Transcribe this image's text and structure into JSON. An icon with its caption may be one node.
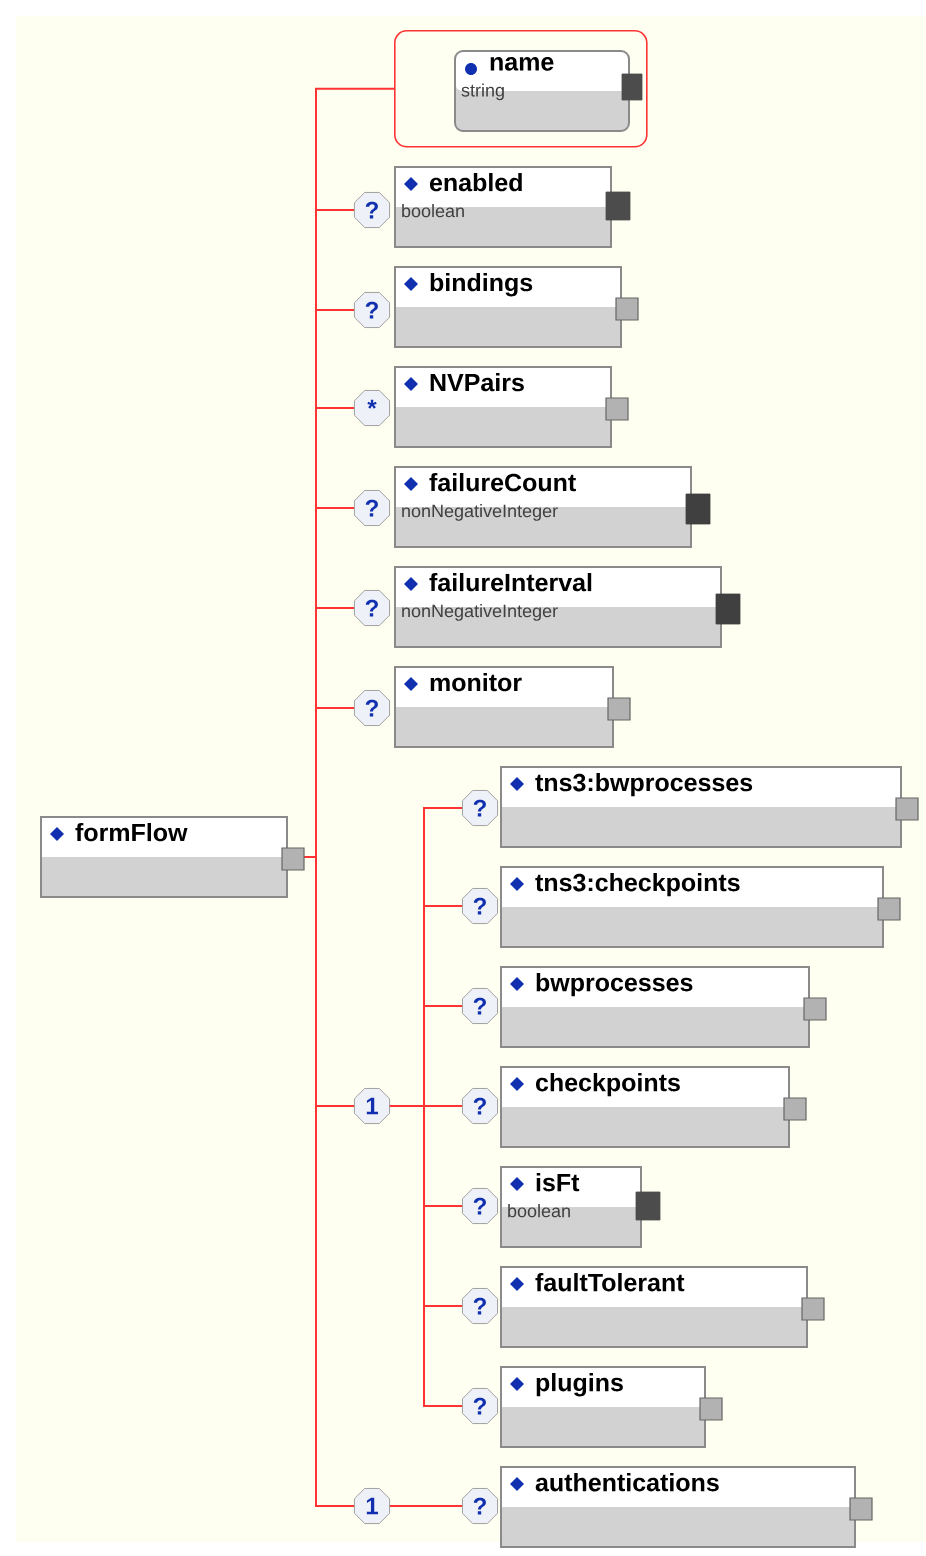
{
  "diagram": {
    "nodes": [
      {
        "text": [
          "formFlow"
        ]
      },
      {
        "text": [],
        "shape": "box"
      },
      {
        "text": [
          "name",
          "string"
        ],
        "in": 1
      },
      {
        "text": [
          "?"
        ]
      },
      {
        "text": [
          "enabled",
          "boolean"
        ]
      },
      {
        "text": [
          "?"
        ]
      },
      {
        "text": [
          "bindings"
        ]
      },
      {
        "text": [
          "*"
        ]
      },
      {
        "text": [
          "NVPairs"
        ]
      },
      {
        "text": [
          "?"
        ]
      },
      {
        "text": [
          "failureCount",
          "nonNegativeInteger"
        ]
      },
      {
        "text": [
          "?"
        ]
      },
      {
        "text": [
          "failureInterval",
          "nonNegativeInteger"
        ]
      },
      {
        "text": [
          "?"
        ]
      },
      {
        "text": [
          "monitor"
        ]
      },
      {
        "text": [
          "1"
        ]
      },
      {
        "text": [
          "?"
        ]
      },
      {
        "text": [
          "tns3:bwprocesses"
        ]
      },
      {
        "text": [
          "?"
        ]
      },
      {
        "text": [
          "tns3:checkpoints"
        ]
      },
      {
        "text": [
          "?"
        ]
      },
      {
        "text": [
          "bwprocesses"
        ]
      },
      {
        "text": [
          "?"
        ]
      },
      {
        "text": [
          "checkpoints"
        ]
      },
      {
        "text": [
          "?"
        ]
      },
      {
        "text": [
          "isFt",
          "boolean"
        ]
      },
      {
        "text": [
          "?"
        ]
      },
      {
        "text": [
          "faultTolerant"
        ]
      },
      {
        "text": [
          "?"
        ]
      },
      {
        "text": [
          "plugins"
        ]
      },
      {
        "text": [
          "1"
        ]
      },
      {
        "text": [
          "?"
        ]
      },
      {
        "text": [
          "authentications"
        ]
      }
    ],
    "edges": [
      {
        "from": 0,
        "to": 1,
        "arrow": "none"
      },
      {
        "from": 0,
        "to": 3,
        "arrow": "none"
      },
      {
        "from": 0,
        "to": 5,
        "arrow": "none"
      },
      {
        "from": 0,
        "to": 7,
        "arrow": "none"
      },
      {
        "from": 0,
        "to": 9,
        "arrow": "none"
      },
      {
        "from": 0,
        "to": 11,
        "arrow": "none"
      },
      {
        "from": 0,
        "to": 13,
        "arrow": "none"
      },
      {
        "from": 0,
        "to": 15,
        "arrow": "none"
      },
      {
        "from": 0,
        "to": 30,
        "arrow": "none"
      },
      {
        "from": 15,
        "to": 16,
        "arrow": "none"
      },
      {
        "from": 15,
        "to": 18,
        "arrow": "none"
      },
      {
        "from": 15,
        "to": 20,
        "arrow": "none"
      },
      {
        "from": 15,
        "to": 22,
        "arrow": "none"
      },
      {
        "from": 15,
        "to": 24,
        "arrow": "none"
      },
      {
        "from": 15,
        "to": 26,
        "arrow": "none"
      },
      {
        "from": 15,
        "to": 28,
        "arrow": "none"
      },
      {
        "from": 30,
        "to": 31,
        "arrow": "none"
      }
    ]
  }
}
